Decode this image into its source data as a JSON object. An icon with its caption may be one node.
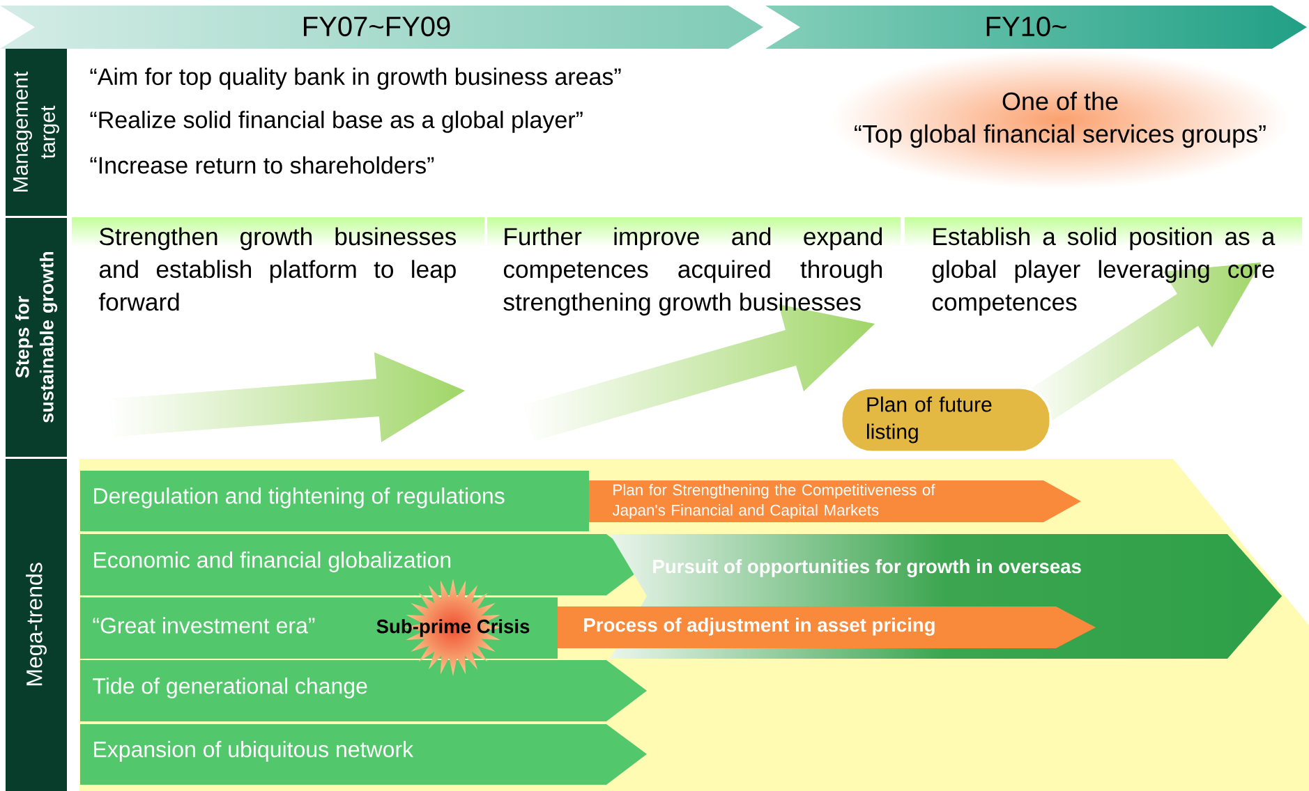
{
  "diagram": {
    "nodes": [
      {
        "text": [
          "FY07~FY09"
        ]
      },
      {
        "text": [
          "FY10~"
        ]
      },
      {
        "text": [
          "Management target"
        ]
      },
      {
        "text": [
          "Steps for sustainable growth"
        ]
      },
      {
        "text": [
          "Mega-trends"
        ]
      },
      {
        "text": [
          "One of the",
          "“Top global financial services groups”"
        ]
      },
      {
        "text": [
          "Strengthen growth businesses and establish platform to leap forward"
        ]
      },
      {
        "text": [
          "Further improve and expand competences acquired through strengthening growth businesses"
        ]
      },
      {
        "text": [
          "Establish a solid position as a global player leveraging core competences"
        ]
      },
      {
        "text": [
          "Plan of future listing"
        ]
      },
      {
        "text": [
          "Deregulation and tightening of regulations"
        ]
      },
      {
        "text": [
          "Economic and financial globalization"
        ]
      },
      {
        "text": [
          "“Great investment era”"
        ]
      },
      {
        "text": [
          "Tide of generational change"
        ]
      },
      {
        "text": [
          "Expansion of ubiquitous network"
        ]
      },
      {
        "text": [
          "Plan for Strengthening the Competitiveness of Japan's Financial and Capital Markets"
        ]
      },
      {
        "text": [
          "Pursuit of opportunities for growth in overseas"
        ]
      },
      {
        "text": [
          "Sub-prime Crisis"
        ],
        "in": 12
      },
      {
        "text": [
          "Process of adjustment in asset pricing"
        ]
      }
    ],
    "labels": [
      "“Aim for top quality bank in growth business areas”",
      "“Realize solid financial base as a global player”",
      "“Increase return to shareholders”"
    ]
  }
}
